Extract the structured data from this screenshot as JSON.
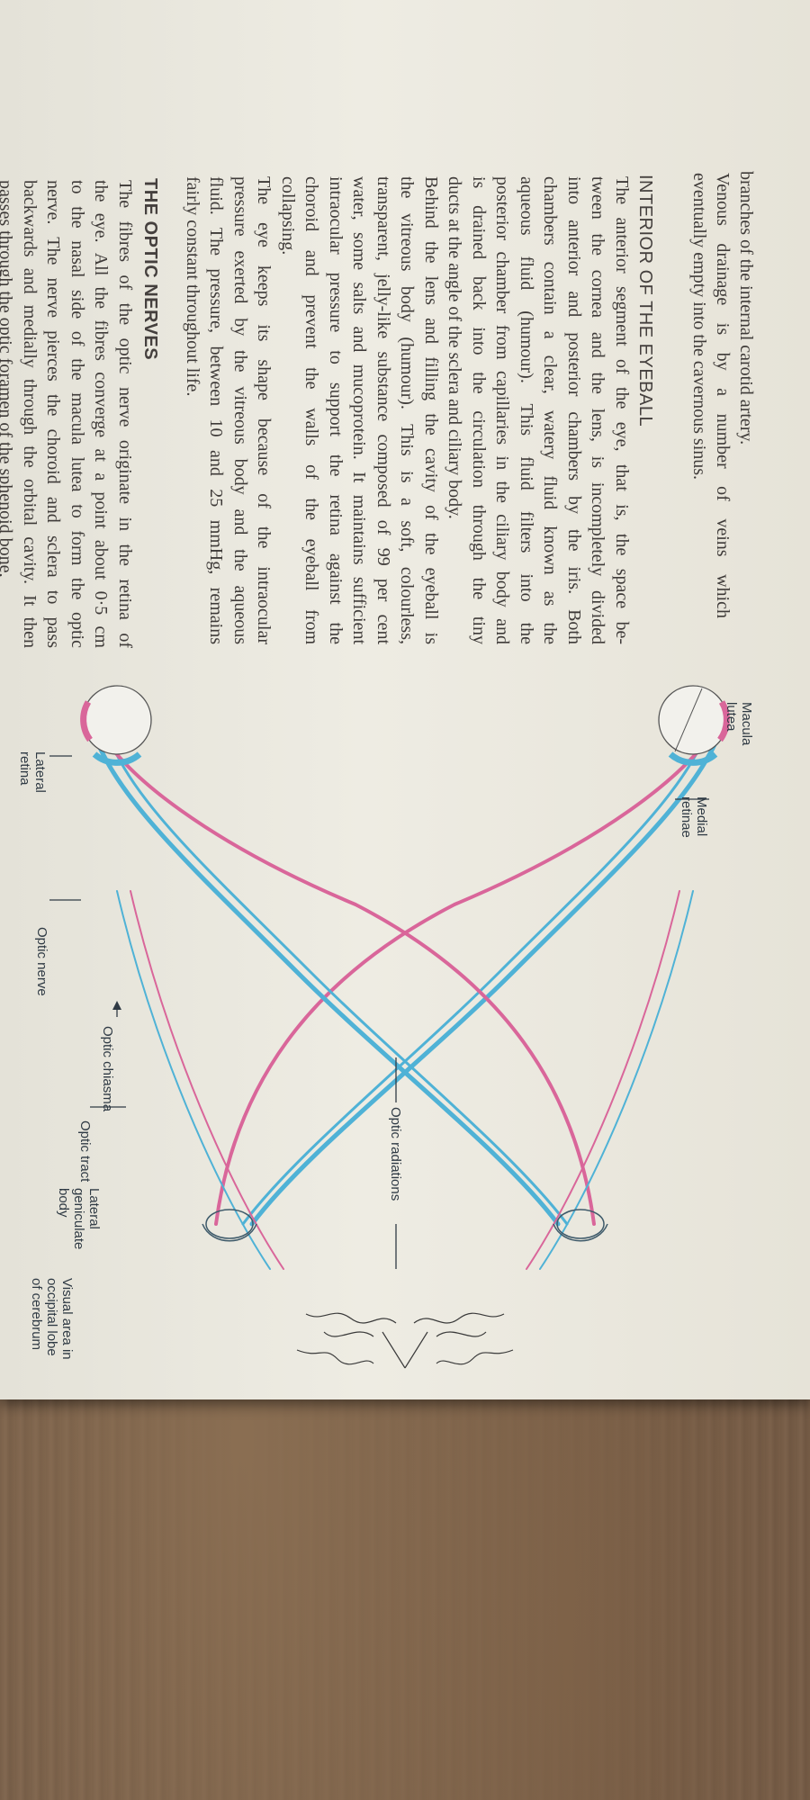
{
  "page": {
    "intro_lines": [
      "branches of the internal carotid artery.",
      "Venous drainage is by a number of veins which",
      "eventually empty into the cavernous sinus."
    ],
    "interior_heading": "INTERIOR OF THE EYEBALL",
    "interior_lines": [
      "The anterior segment of the eye, that is, the space be-",
      "tween the cornea and the lens, is incompletely divided",
      "into anterior and posterior chambers by the iris. Both",
      "chambers contain a clear, watery fluid known as the",
      "aqueous fluid (humour). This fluid filters into the",
      "posterior chamber from capillaries in the ciliary body and",
      "is drained back into the circulation through the tiny",
      "ducts at the angle of the sclera and ciliary body.",
      "Behind the lens and filling the cavity of the eyeball is",
      "the vitreous body (humour). This is a soft, colourless,",
      "transparent, jelly-like substance composed of 99 per cent",
      "water, some salts and mucoprotein. It maintains sufficient",
      "intraocular pressure to support the retina against the",
      "choroid and prevent the walls of the eyeball from",
      "collapsing.",
      "The eye keeps its shape because of the intraocular",
      "pressure exerted by the vitreous body and the aqueous",
      "fluid. The pressure, between 10 and 25 mmHg, remains",
      "fairly constant throughout life."
    ],
    "optic_heading": "THE OPTIC NERVES",
    "optic_lines": [
      "The fibres of the optic nerve originate in the retina of",
      "the eye. All the fibres converge at a point about 0·5 cm",
      "to the nasal side of the macula lutea to form the optic",
      "nerve. The nerve pierces the choroid and sclera to pass",
      "backwards and medially through the orbital cavity. It then",
      "passes through the optic foramen of the sphenoid bone,"
    ]
  },
  "diagram": {
    "labels": {
      "macula_lutea": "Macula lutea",
      "medial_retinae": "Medial retinae",
      "lateral_retina": "Lateral retina",
      "optic_nerve": "Optic nerve",
      "optic_chiasma": "Optic chiasma",
      "optic_tract": "Optic tract",
      "lateral_geniculate_body": "Lateral geniculate body",
      "optic_radiations": "Optic radiations",
      "visual_area": "Visual area in occipital lobe of cerebrum"
    },
    "colors": {
      "left_field": "#d9669a",
      "right_field": "#4fb2d6"
    }
  }
}
